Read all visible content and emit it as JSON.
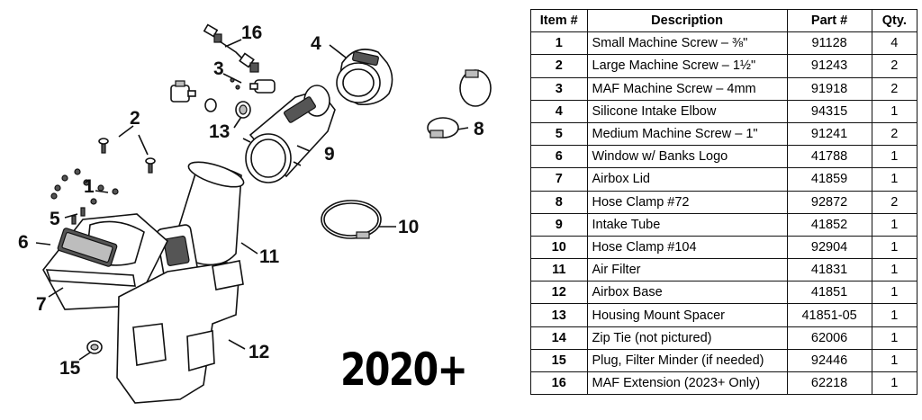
{
  "year_badge": "2020+",
  "callouts": [
    "1",
    "2",
    "3",
    "4",
    "5",
    "6",
    "7",
    "8",
    "9",
    "10",
    "11",
    "12",
    "13",
    "15",
    "16"
  ],
  "table": {
    "headers": {
      "item": "Item #",
      "description": "Description",
      "part": "Part #",
      "qty": "Qty."
    },
    "rows": [
      {
        "item": "1",
        "description": "Small Machine Screw – ⅜\"",
        "part": "91128",
        "qty": "4"
      },
      {
        "item": "2",
        "description": "Large Machine Screw – 1½\"",
        "part": "91243",
        "qty": "2"
      },
      {
        "item": "3",
        "description": "MAF Machine Screw – 4mm",
        "part": "91918",
        "qty": "2"
      },
      {
        "item": "4",
        "description": "Silicone Intake Elbow",
        "part": "94315",
        "qty": "1"
      },
      {
        "item": "5",
        "description": "Medium Machine Screw – 1\"",
        "part": "91241",
        "qty": "2"
      },
      {
        "item": "6",
        "description": "Window w/ Banks Logo",
        "part": "41788",
        "qty": "1"
      },
      {
        "item": "7",
        "description": "Airbox Lid",
        "part": "41859",
        "qty": "1"
      },
      {
        "item": "8",
        "description": "Hose Clamp #72",
        "part": "92872",
        "qty": "2"
      },
      {
        "item": "9",
        "description": "Intake Tube",
        "part": "41852",
        "qty": "1"
      },
      {
        "item": "10",
        "description": "Hose Clamp #104",
        "part": "92904",
        "qty": "1"
      },
      {
        "item": "11",
        "description": "Air Filter",
        "part": "41831",
        "qty": "1"
      },
      {
        "item": "12",
        "description": "Airbox Base",
        "part": "41851",
        "qty": "1"
      },
      {
        "item": "13",
        "description": "Housing Mount Spacer",
        "part": "41851-05",
        "qty": "1"
      },
      {
        "item": "14",
        "description": "Zip Tie (not pictured)",
        "part": "62006",
        "qty": "1"
      },
      {
        "item": "15",
        "description": "Plug, Filter Minder (if needed)",
        "part": "92446",
        "qty": "1"
      },
      {
        "item": "16",
        "description": "MAF Extension (2023+ Only)",
        "part": "62218",
        "qty": "1"
      }
    ]
  }
}
